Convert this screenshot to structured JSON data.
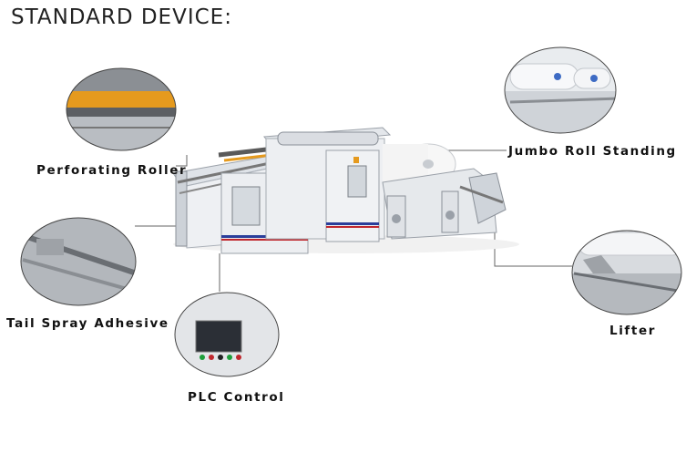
{
  "title": "STANDARD DEVICE:",
  "callouts": {
    "perforating_roller": "Perforating Roller",
    "tail_spray_adhesive": "Tail Spray Adhesive",
    "plc_control": "PLC Control",
    "jumbo_roll_standing": "Jumbo Roll Standing",
    "lifter": "Lifter"
  },
  "colors": {
    "machine_body": "#e9ebee",
    "stripe_blue": "#2a3e9a",
    "stripe_red": "#c0282e",
    "accent_orange": "#e59a1e",
    "leader_line": "#555555"
  }
}
